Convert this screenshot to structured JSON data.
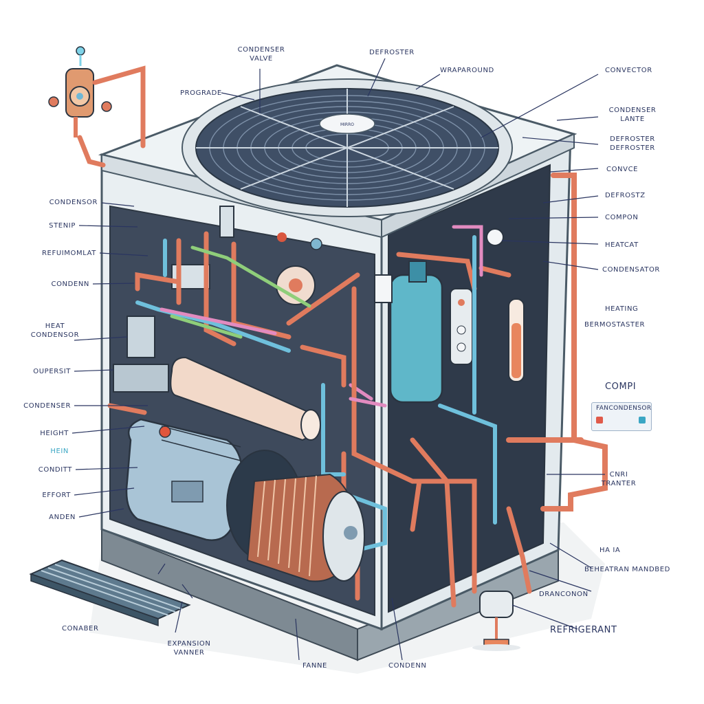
{
  "labels": {
    "condenser_valve": "CONDENSER\nVALVE",
    "top_center": "DEFROSTER",
    "top_right_a": "WRAPAROUND",
    "top_right_b": "CONVECTOR",
    "prograde": "PROGRADE",
    "right_1": "CONDENSER\nLANTE",
    "right_2": "DEFROSTER\nDEFROSTER",
    "right_3": "CONVCE",
    "right_4": "DEFROSTZ",
    "right_5": "COMPON",
    "right_6": "HEATCAT",
    "right_7": "CONDENSATOR",
    "right_8": "HEATING",
    "right_9": "BERMOSTASTER",
    "right_compi": "COMPI",
    "right_panel": "FANCONDENSOR",
    "right_cnm": "CNRI\nTRANTER",
    "right_small": "HA IA",
    "right_bottom_1": "BEHEATRAN MANDBED",
    "right_bottom_2": "DRANCONON",
    "refrigerant": "REFRIGERANT",
    "left_1": "CONDENSOR",
    "left_2": "STENIP",
    "left_3": "REFUIMOMLAT",
    "left_4": "CONDENN",
    "left_heat": "HEAT\nCONDENSOR",
    "left_6": "OUPERSIT",
    "left_7": "CONDENSER",
    "left_8": "HEIGHT",
    "left_9": "HEIN",
    "left_10": "CONDITT",
    "left_11": "EFFORT",
    "left_12": "ANDEN",
    "bottom_1": "CONABER",
    "bottom_2": "EXPANSION\nVANNER",
    "bottom_3": "FANNE",
    "bottom_4": "CONDENN",
    "fan_hub": "MIRRO"
  },
  "colors": {
    "cabinet": "#e9eff2",
    "cabinet_edge": "#4a5a66",
    "interior": "#3e4a5c",
    "pipe_copper": "#e07b5e",
    "pipe_blue": "#6fc0dc",
    "pipe_pink": "#e28bc0",
    "pipe_green": "#8fce7a",
    "fan_grille": "#3f4f66",
    "motor": "#a9c4d6",
    "coil": "#b86a4f",
    "tank": "#5fb7c9",
    "label": "#2a3560",
    "leader": "#2a3560"
  }
}
